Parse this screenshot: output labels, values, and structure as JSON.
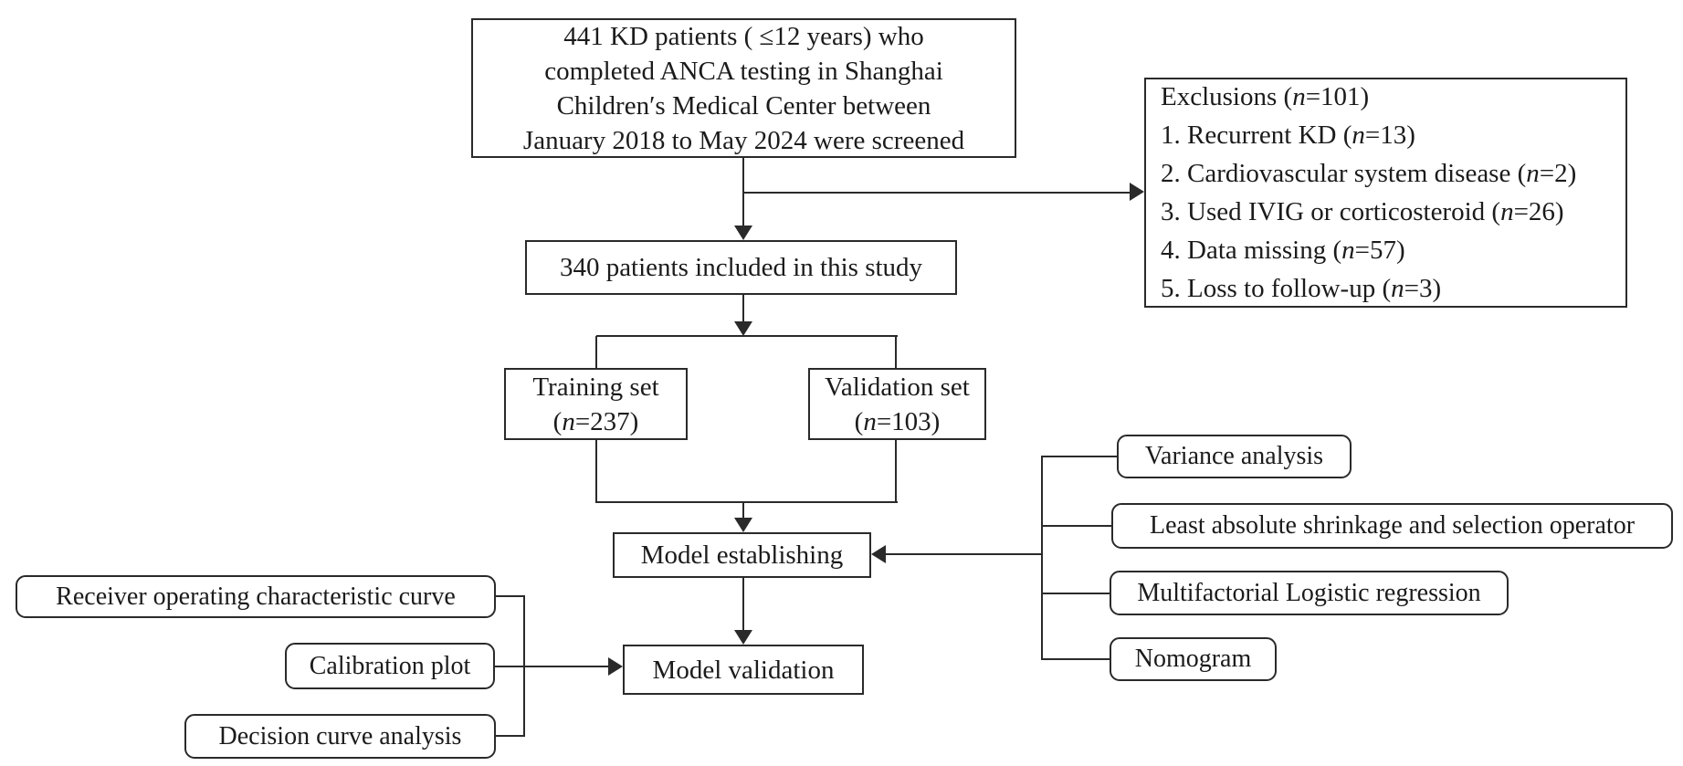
{
  "diagram": {
    "screened_box": {
      "lines": [
        "441 KD patients ( ≤12 years) who",
        "completed ANCA testing in Shanghai",
        "Children′s Medical Center between",
        "January 2018 to May 2024 were screened"
      ]
    },
    "exclusions_box": {
      "lines": [
        "Exclusions (n=101)",
        "1. Recurrent KD (n=13)",
        "2. Cardiovascular system disease (n=2)",
        "3. Used IVIG or corticosteroid (n=26)",
        "4. Data missing (n=57)",
        "5. Loss to follow-up (n=3)"
      ]
    },
    "included_box": {
      "label": "340 patients included in this study"
    },
    "training_box": {
      "lines": [
        "Training set",
        "(n=237)"
      ]
    },
    "validation_box": {
      "lines": [
        "Validation set",
        "(n=103)"
      ]
    },
    "model_establishing_box": {
      "label": "Model establishing"
    },
    "model_validation_box": {
      "label": "Model validation"
    },
    "modeling_method_boxes": [
      "Variance analysis",
      "Least absolute shrinkage and selection operator",
      "Multifactorial Logistic regression",
      "Nomogram"
    ],
    "evaluation_method_boxes": [
      "Receiver operating characteristic curve",
      "Calibration plot",
      "Decision curve analysis"
    ],
    "colors": {
      "line": "#2a2a2a",
      "text": "#1b1b1b",
      "box_background": "#ffffff"
    }
  }
}
